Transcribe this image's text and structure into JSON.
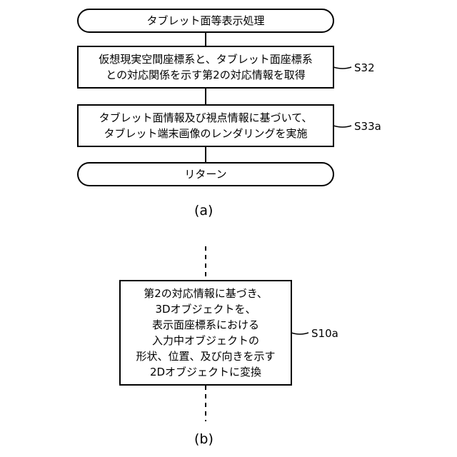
{
  "diagram_a": {
    "start_terminal": "タブレット面等表示処理",
    "step_s32": {
      "lines": [
        "仮想現実空間座標系と、タブレット面座標系",
        "との対応関係を示す第2の対応情報を取得"
      ],
      "label": "S32"
    },
    "step_s33a": {
      "lines": [
        "タブレット面情報及び視点情報に基づいて、",
        "タブレット端末画像のレンダリングを実施"
      ],
      "label": "S33a"
    },
    "end_terminal": "リターン",
    "caption": "(a)"
  },
  "diagram_b": {
    "step_s10a": {
      "lines": [
        "第2の対応情報に基づき、",
        "3Dオブジェクトを、",
        "表示面座標系における",
        "入力中オブジェクトの",
        "形状、位置、及び向きを示す",
        "2Dオブジェクトに変換"
      ],
      "label": "S10a"
    },
    "caption": "(b)"
  }
}
